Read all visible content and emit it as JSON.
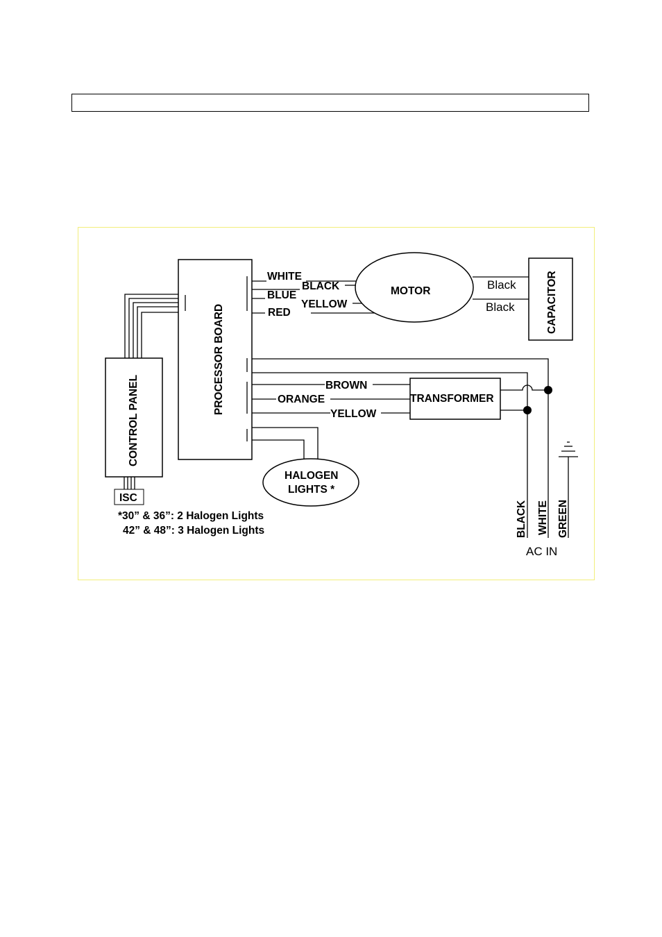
{
  "header": {
    "title": ""
  },
  "diagram": {
    "components": {
      "processor_board": "PROCESSOR BOARD",
      "control_panel": "CONTROL PANEL",
      "isc": "ISC",
      "motor": "MOTOR",
      "capacitor": "CAPACITOR",
      "transformer": "TRANSFORMER",
      "halogen_line1": "HALOGEN",
      "halogen_line2": "LIGHTS *"
    },
    "motor_wires": {
      "white": "WHITE",
      "black": "BLACK",
      "blue": "BLUE",
      "yellow": "YELLOW",
      "red": "RED"
    },
    "capacitor_wires": {
      "top": "Black",
      "bottom": "Black"
    },
    "transformer_wires": {
      "brown": "BROWN",
      "orange": "ORANGE",
      "yellow": "YELLOW"
    },
    "ac_in": {
      "black": "BLACK",
      "white": "WHITE",
      "green": "GREEN",
      "label": "AC IN"
    },
    "notes": {
      "line1": "*30” & 36”: 2 Halogen Lights",
      "line2": "42” & 48”: 3 Halogen Lights"
    }
  }
}
